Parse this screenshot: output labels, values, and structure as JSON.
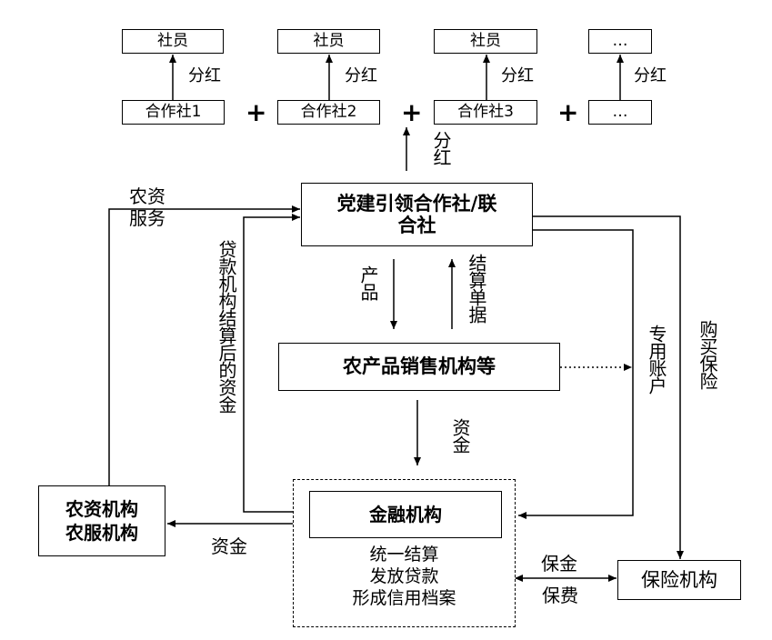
{
  "members": [
    "社员",
    "社员",
    "社员",
    "…"
  ],
  "dividend": "分红",
  "coops": [
    "合作社1",
    "合作社2",
    "合作社3",
    "…"
  ],
  "plus": "+",
  "dividend_vertical": "分红",
  "central": [
    "党建引领合作社/联",
    "合社"
  ],
  "agri_service": [
    "农资",
    "服务"
  ],
  "loan_funds": "贷款机构结算后的资金",
  "product": "产品",
  "settlement": "结算单据",
  "sales": "农产品销售机构等",
  "special_account": "专用账户",
  "buy_insurance": "购买保险",
  "funds_down": "资金",
  "agri_inst": [
    "农资机构",
    "农服机构"
  ],
  "funds_left": "资金",
  "finance": "金融机构",
  "finance_items": [
    "统一结算",
    "发放贷款",
    "形成信用档案"
  ],
  "guarantee": "保金",
  "premium": "保费",
  "insurance": "保险机构"
}
